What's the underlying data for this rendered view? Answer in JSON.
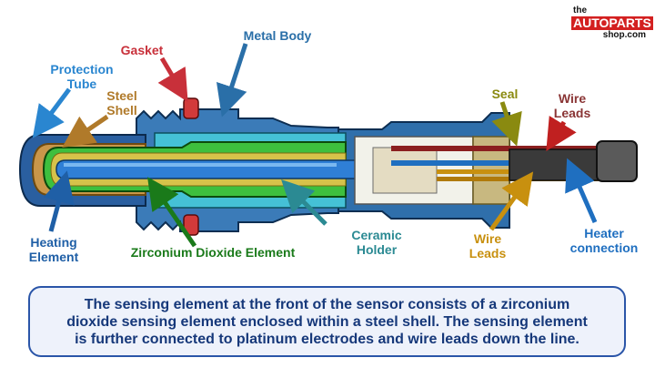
{
  "logo": {
    "line1": "the",
    "line2": "AUTOPARTS",
    "line3": "shop.com"
  },
  "labels": {
    "gasket": "Gasket",
    "metal_body": "Metal Body",
    "protection_tube": "Protection\nTube",
    "steel_shell": "Steel\nShell",
    "seal": "Seal",
    "wire_leads_top": "Wire\nLeads",
    "heating_element": "Heating\nElement",
    "zirconium_element": "Zirconium Dioxide Element",
    "ceramic_holder": "Ceramic\nHolder",
    "wire_leads_bottom": "Wire\nLeads",
    "heater_connection": "Heater\nconnection"
  },
  "caption": "The sensing element at the front of the sensor consists of a zirconium\ndioxide sensing element enclosed within a steel shell. The sensing element\nis further connected to platinum electrodes and wire leads down the line.",
  "colors": {
    "gasket": "#c8303a",
    "metal_body": "#2a6fa8",
    "protection_tube": "#2a86d0",
    "steel_shell": "#b07a2a",
    "seal": "#8a8a10",
    "wire_leads_top": "#8a3535",
    "heating_element": "#1f5fa6",
    "zirconium_element": "#1a7a1a",
    "ceramic_holder": "#2b8a93",
    "wire_leads_bottom": "#c8900f",
    "heater_connection": "#1f6fc0"
  }
}
